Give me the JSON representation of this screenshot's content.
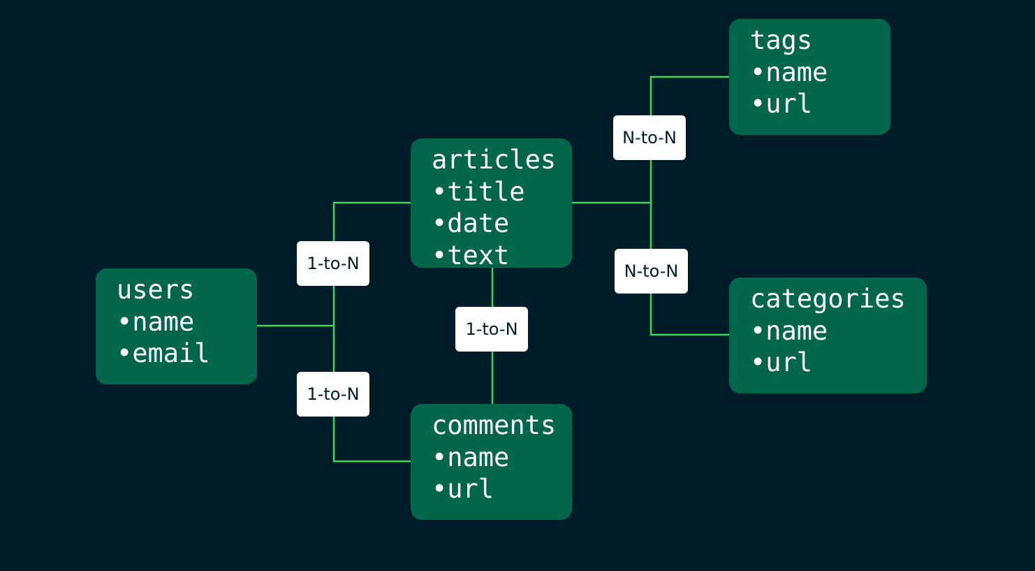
{
  "colors": {
    "background": "#011c29",
    "entity_fill": "#02664a",
    "entity_text": "#ffffff",
    "connector": "#3cd75a",
    "label_fill": "#ffffff",
    "label_text": "#011c29"
  },
  "bullet": "•",
  "entities": {
    "articles": {
      "name": "articles",
      "fields": [
        "title",
        "date",
        "text"
      ]
    },
    "users": {
      "name": "users",
      "fields": [
        "name",
        "email"
      ]
    },
    "comments": {
      "name": "comments",
      "fields": [
        "name",
        "url"
      ]
    },
    "tags": {
      "name": "tags",
      "fields": [
        "name",
        "url"
      ]
    },
    "categories": {
      "name": "categories",
      "fields": [
        "name",
        "url"
      ]
    }
  },
  "relationships": [
    {
      "id": "users-articles",
      "from": "users",
      "to": "articles",
      "label": "1-to-N"
    },
    {
      "id": "users-comments",
      "from": "users",
      "to": "comments",
      "label": "1-to-N"
    },
    {
      "id": "articles-comments",
      "from": "articles",
      "to": "comments",
      "label": "1-to-N"
    },
    {
      "id": "articles-tags",
      "from": "articles",
      "to": "tags",
      "label": "N-to-N"
    },
    {
      "id": "articles-categories",
      "from": "articles",
      "to": "categories",
      "label": "N-to-N"
    }
  ]
}
